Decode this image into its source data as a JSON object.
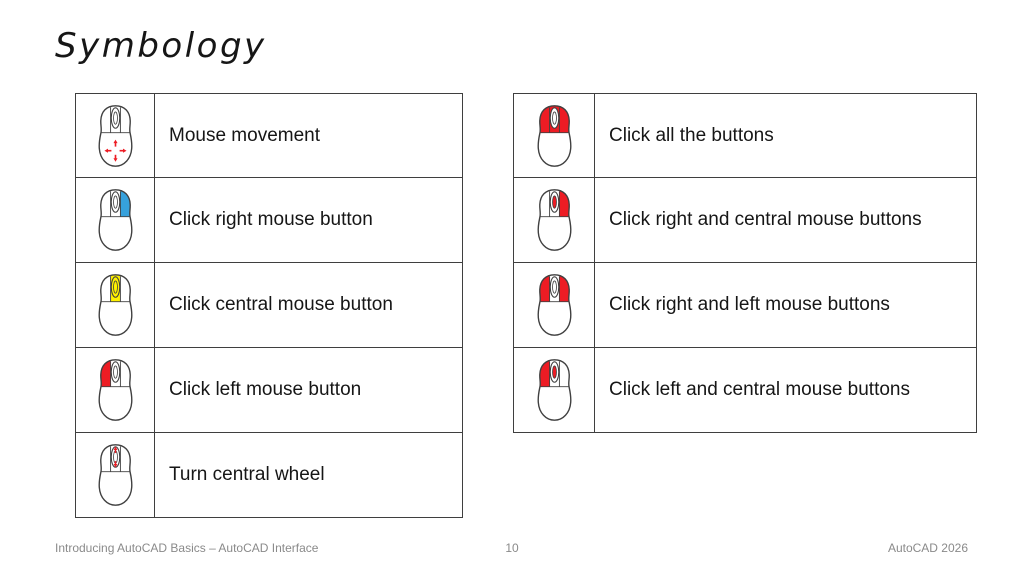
{
  "slide": {
    "title": "Symbology",
    "footer": {
      "left": "Introducing AutoCAD Basics – AutoCAD Interface",
      "page_number": "10",
      "right": "AutoCAD 2026"
    }
  },
  "colors": {
    "red": "#ED1C24",
    "blue": "#36A1DC",
    "yellow": "#FFF200",
    "outline": "#404040",
    "white": "#FFFFFF"
  },
  "tables": [
    {
      "id": "table-left",
      "rows": [
        {
          "label": "Mouse movement",
          "icon": "mouse-movement-icon",
          "left": "white",
          "right": "white",
          "strip": "white",
          "wheel_outer": "white",
          "wheel_inner": "white",
          "arrows": "move"
        },
        {
          "label": "Click right mouse button",
          "icon": "mouse-right-click-icon",
          "left": "white",
          "right": "blue",
          "strip": "white",
          "wheel_outer": "white",
          "wheel_inner": "white",
          "arrows": null
        },
        {
          "label": "Click central mouse button",
          "icon": "mouse-central-click-icon",
          "left": "white",
          "right": "white",
          "strip": "yellow",
          "wheel_outer": "yellow",
          "wheel_inner": "yellow",
          "arrows": null
        },
        {
          "label": "Click left mouse button",
          "icon": "mouse-left-click-icon",
          "left": "red",
          "right": "white",
          "strip": "white",
          "wheel_outer": "white",
          "wheel_inner": "white",
          "arrows": null
        },
        {
          "label": "Turn central wheel",
          "icon": "mouse-wheel-turn-icon",
          "left": "white",
          "right": "white",
          "strip": "white",
          "wheel_outer": "white",
          "wheel_inner": "white",
          "arrows": "turn"
        }
      ]
    },
    {
      "id": "table-right",
      "rows": [
        {
          "label": "Click all the buttons",
          "icon": "mouse-all-buttons-icon",
          "left": "red",
          "right": "red",
          "strip": "red",
          "wheel_outer": "white",
          "wheel_inner": "white",
          "arrows": null
        },
        {
          "label": "Click right and central mouse buttons",
          "icon": "mouse-right-central-click-icon",
          "left": "white",
          "right": "red",
          "strip": "white",
          "wheel_outer": "white",
          "wheel_inner": "red",
          "arrows": null
        },
        {
          "label": "Click right and left mouse buttons",
          "icon": "mouse-right-left-click-icon",
          "left": "red",
          "right": "red",
          "strip": "white",
          "wheel_outer": "white",
          "wheel_inner": "white",
          "arrows": null
        },
        {
          "label": "Click left and central mouse buttons",
          "icon": "mouse-left-central-click-icon",
          "left": "red",
          "right": "white",
          "strip": "white",
          "wheel_outer": "white",
          "wheel_inner": "red",
          "arrows": null
        }
      ]
    }
  ]
}
